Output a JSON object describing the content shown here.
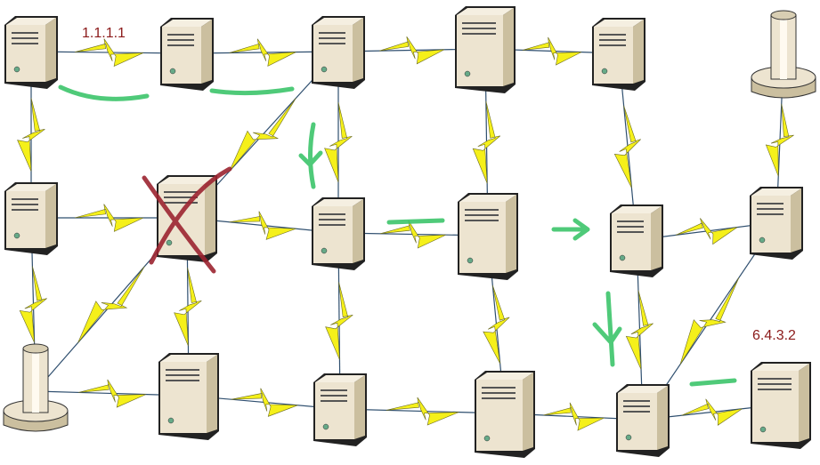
{
  "colors": {
    "link": "#f5f01a",
    "link_stroke": "#6b6b20",
    "label": "#8b1a1a",
    "annotation_green": "#3cc46a",
    "cross_red": "#9b2330",
    "device_body": "#ede4d0",
    "device_shade": "#cbbf9f"
  },
  "labels": [
    {
      "node": "A",
      "text": "1.1.1.1"
    },
    {
      "node": "R",
      "text": "6.4.3.2"
    }
  ],
  "nodes": [
    {
      "id": "A",
      "type": "tower-server"
    },
    {
      "id": "B",
      "type": "tower-server"
    },
    {
      "id": "C",
      "type": "tower-server"
    },
    {
      "id": "D",
      "type": "large-server"
    },
    {
      "id": "E",
      "type": "tower-server"
    },
    {
      "id": "F",
      "type": "router-pillar"
    },
    {
      "id": "G",
      "type": "tower-server"
    },
    {
      "id": "H",
      "type": "large-server",
      "failed": true
    },
    {
      "id": "I",
      "type": "tower-server"
    },
    {
      "id": "J",
      "type": "large-server"
    },
    {
      "id": "K",
      "type": "tower-server"
    },
    {
      "id": "L",
      "type": "tower-server"
    },
    {
      "id": "M",
      "type": "router-pillar"
    },
    {
      "id": "N",
      "type": "large-server"
    },
    {
      "id": "O",
      "type": "tower-server"
    },
    {
      "id": "P",
      "type": "large-server"
    },
    {
      "id": "Q",
      "type": "tower-server"
    },
    {
      "id": "R",
      "type": "large-server"
    }
  ],
  "links": [
    [
      "A",
      "B"
    ],
    [
      "B",
      "C"
    ],
    [
      "C",
      "D"
    ],
    [
      "D",
      "E"
    ],
    [
      "A",
      "G"
    ],
    [
      "C",
      "H"
    ],
    [
      "C",
      "I"
    ],
    [
      "D",
      "J"
    ],
    [
      "E",
      "K"
    ],
    [
      "F",
      "L"
    ],
    [
      "G",
      "H"
    ],
    [
      "H",
      "I"
    ],
    [
      "I",
      "J"
    ],
    [
      "K",
      "L"
    ],
    [
      "G",
      "M"
    ],
    [
      "H",
      "M"
    ],
    [
      "H",
      "N"
    ],
    [
      "I",
      "O"
    ],
    [
      "J",
      "P"
    ],
    [
      "K",
      "Q"
    ],
    [
      "L",
      "Q"
    ],
    [
      "M",
      "N"
    ],
    [
      "N",
      "O"
    ],
    [
      "O",
      "P"
    ],
    [
      "P",
      "Q"
    ],
    [
      "Q",
      "R"
    ]
  ]
}
